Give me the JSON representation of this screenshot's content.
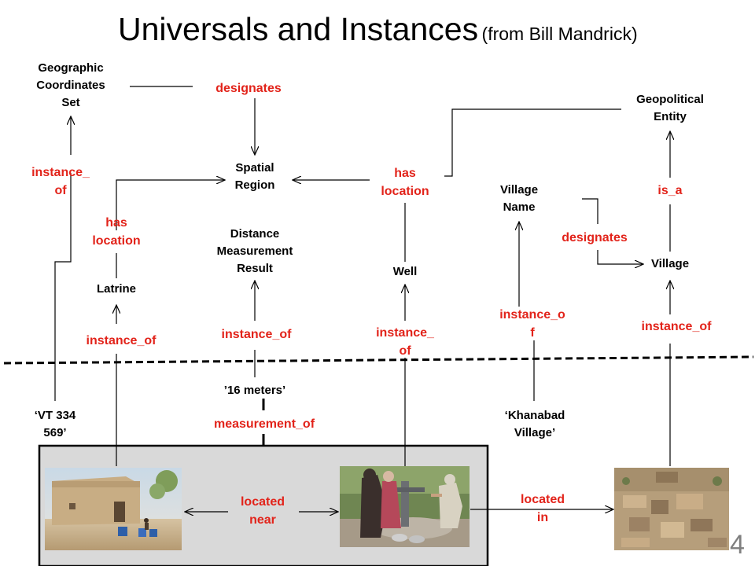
{
  "title": {
    "main": "Universals and Instances",
    "sub": "(from Bill Mandrick)"
  },
  "page_number": "4",
  "colors": {
    "node_text": "#000000",
    "relation_text": "#e2231a",
    "lines": "#000000",
    "instance_panel": "#d9d9d9",
    "page_number": "#7f7f7f"
  },
  "nodes": {
    "geo_coords": "Geographic\nCoordinates\nSet",
    "spatial_region": "Spatial\nRegion",
    "geopolitical_entity": "Geopolitical\nEntity",
    "village_name": "Village\nName",
    "village": "Village",
    "distance_result": "Distance\nMeasurement\nResult",
    "well": "Well",
    "latrine": "Latrine",
    "vt": "‘VT 334\n569’",
    "meters": "’16 meters’",
    "khanabad": "‘Khanabad\nVillage’"
  },
  "relations": {
    "designates_top": "designates",
    "instance_of_geo": "instance_\nof",
    "has_location_left": "has\nlocation",
    "has_location_mid": "has\nlocation",
    "is_a": "is_a",
    "designates_village": "designates",
    "instance_of_latrine": "instance_of",
    "instance_of_distance": "instance_of",
    "instance_of_well": "instance_\nof",
    "instance_of_name": "instance_o\nf",
    "instance_of_village": "instance_of",
    "measurement_of": "measurement_of",
    "located_near": "located\nnear",
    "located_in": "located\nin"
  },
  "photos": {
    "latrine_photo": "mud-brick latrine building",
    "well_photo": "people at a hand-pump well",
    "village_photo": "aerial view of mud village"
  }
}
